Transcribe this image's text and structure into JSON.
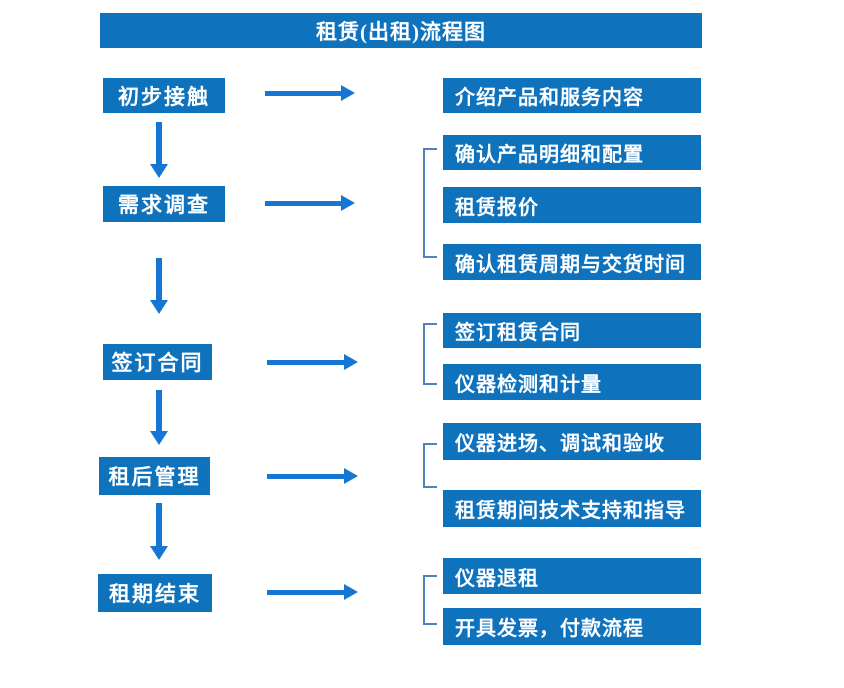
{
  "title": "租赁(出租)流程图",
  "colors": {
    "box_fill": "#0f72bd",
    "arrow": "#1576d3",
    "bracket": "#4f81bd",
    "box_text": "#ffffff",
    "background": "#ffffff"
  },
  "steps": [
    {
      "label": "初步接触",
      "details": [
        "介绍产品和服务内容"
      ]
    },
    {
      "label": "需求调查",
      "details": [
        "确认产品明细和配置",
        "租赁报价",
        "确认租赁周期与交货时间"
      ]
    },
    {
      "label": "签订合同",
      "details": [
        "签订租赁合同",
        "仪器检测和计量"
      ]
    },
    {
      "label": "租后管理",
      "details": [
        "仪器进场、调试和验收",
        "租赁期间技术支持和指导"
      ]
    },
    {
      "label": "租期结束",
      "details": [
        "仪器退租",
        "开具发票，付款流程"
      ]
    }
  ]
}
